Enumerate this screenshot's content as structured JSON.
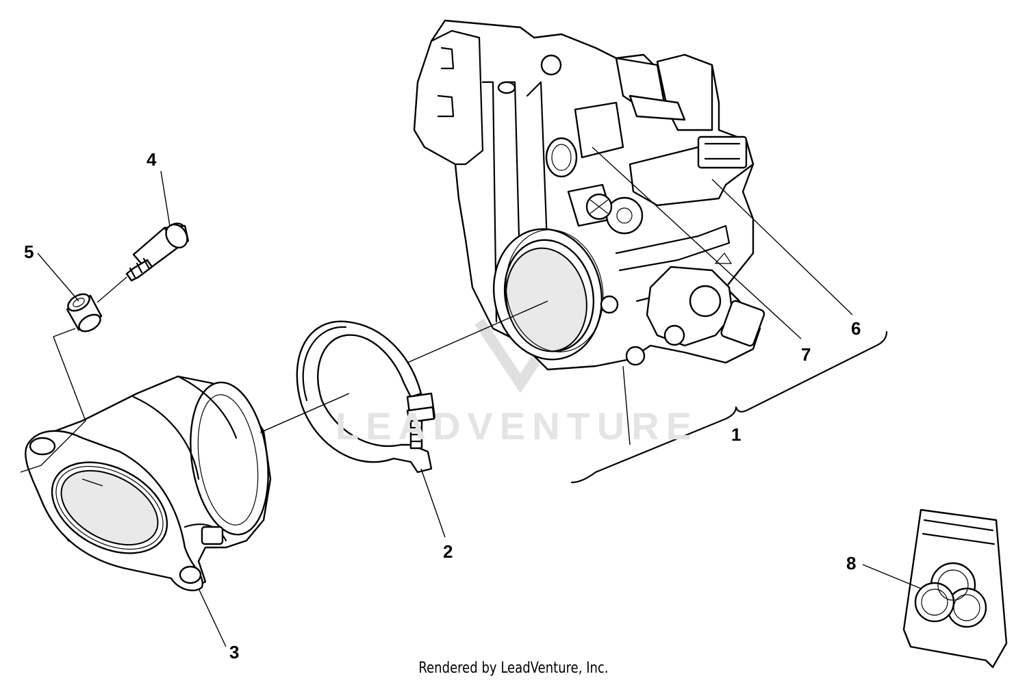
{
  "watermark": "LEADVENTURE",
  "callouts": [
    {
      "id": "1",
      "label": "1"
    },
    {
      "id": "2",
      "label": "2"
    },
    {
      "id": "3",
      "label": "3"
    },
    {
      "id": "4",
      "label": "4"
    },
    {
      "id": "5",
      "label": "5"
    },
    {
      "id": "6",
      "label": "6"
    },
    {
      "id": "7",
      "label": "7"
    },
    {
      "id": "8",
      "label": "8"
    }
  ],
  "footer": "Rendered by LeadVenture, Inc."
}
